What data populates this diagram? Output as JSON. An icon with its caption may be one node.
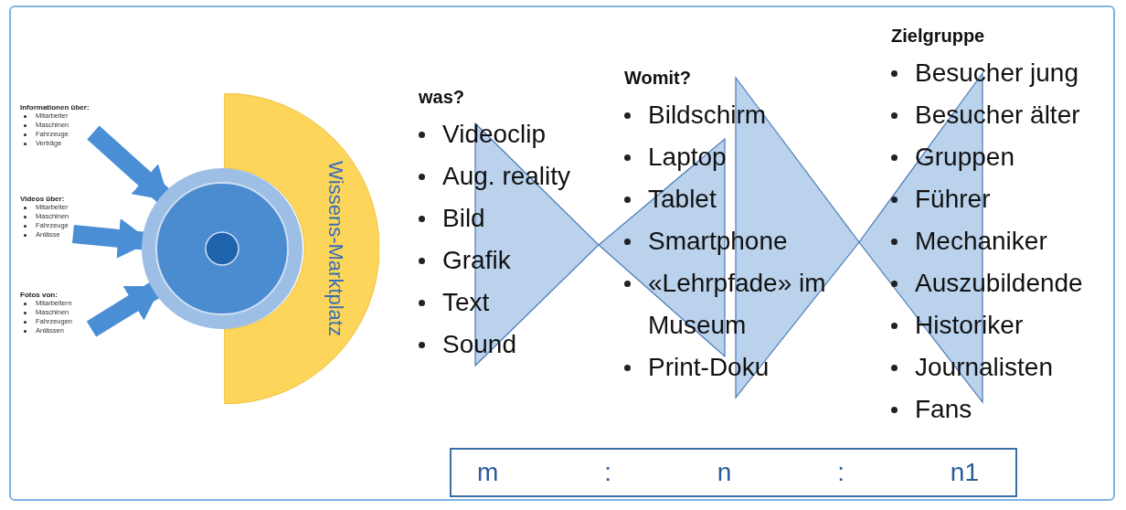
{
  "diagram": {
    "nodes": [
      {
        "text": [
          "Informationen über:",
          "Mitarbeiter",
          "Maschinen",
          "Fahrzeuge",
          "Verträge"
        ]
      },
      {
        "text": [
          "Videos über:",
          "Mitarbeiter",
          "Maschinen",
          "Fahrzeuge",
          "Anlässe"
        ]
      },
      {
        "text": [
          "Fotos von:",
          "Mitarbeitern",
          "Maschinen",
          "Fahrzeugen",
          "Anlässen"
        ]
      },
      {
        "text": [],
        "shape": "circle"
      },
      {
        "text": [
          "Wissens-Marktplatz"
        ]
      },
      {
        "text": [
          "m",
          ":",
          "n",
          ":",
          "n1"
        ]
      }
    ],
    "edges": [
      {
        "from": 0,
        "to": 3,
        "arrow": "to"
      },
      {
        "from": 1,
        "to": 3,
        "arrow": "to"
      },
      {
        "from": 2,
        "to": 3,
        "arrow": "to"
      }
    ],
    "labels": [
      "was?",
      "Videoclip",
      "Aug. reality",
      "Bild",
      "Grafik",
      "Text",
      "Sound",
      "Womit?",
      "Bildschirm",
      "Laptop",
      "Tablet",
      "Smartphone",
      "«Lehrpfade» im Museum",
      "Print-Doku",
      "Zielgruppe",
      "Besucher jung",
      "Besucher älter",
      "Gruppen",
      "Führer",
      "Mechaniker",
      "Auszubildende",
      "Historiker",
      "Journalisten",
      "Fans"
    ]
  }
}
